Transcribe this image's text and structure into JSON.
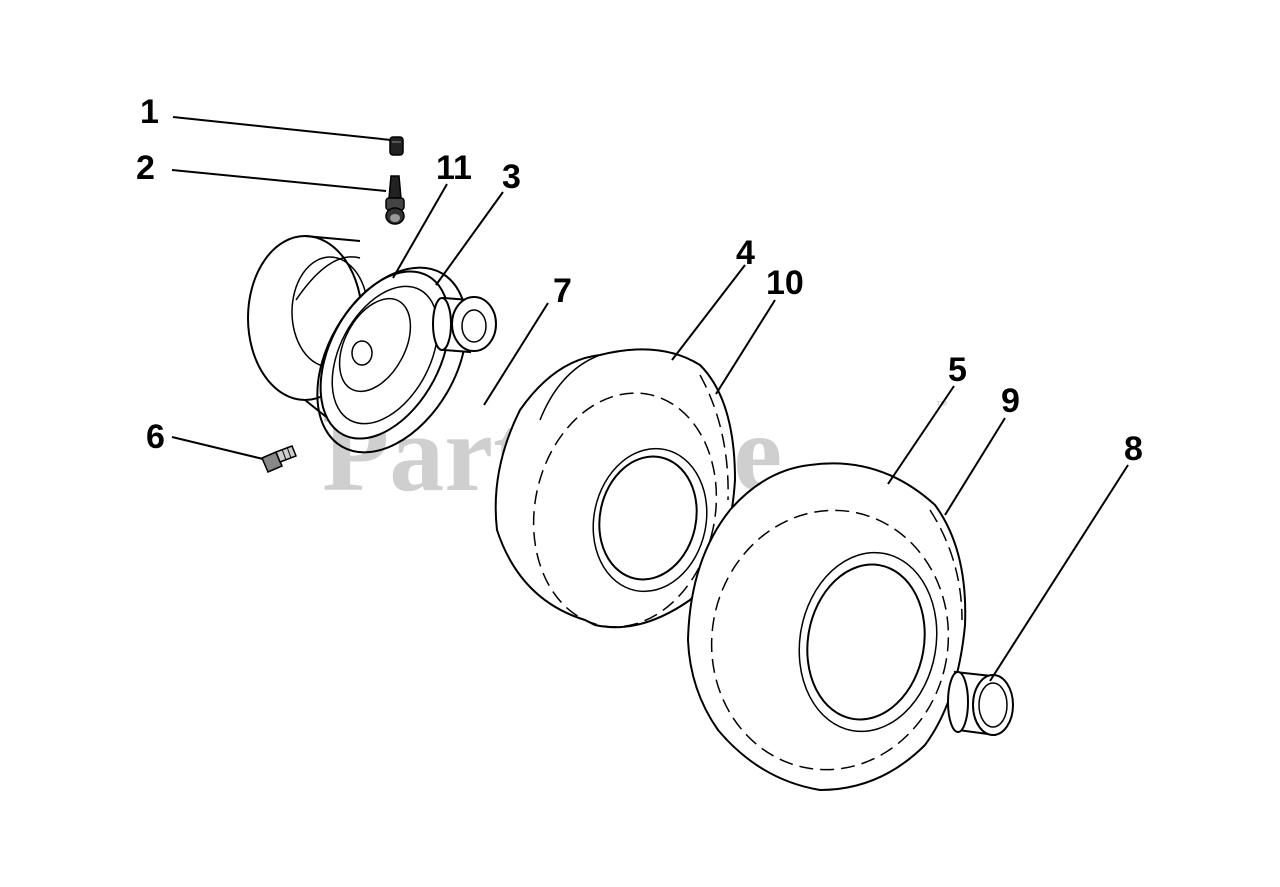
{
  "diagram": {
    "watermark": "PartsTree",
    "watermark_mark": "™",
    "callouts": [
      "1",
      "2",
      "3",
      "4",
      "5",
      "6",
      "7",
      "8",
      "9",
      "10",
      "11"
    ]
  },
  "colors": {
    "line": "#000000",
    "background": "#ffffff",
    "watermark": "#cfcfcf"
  }
}
